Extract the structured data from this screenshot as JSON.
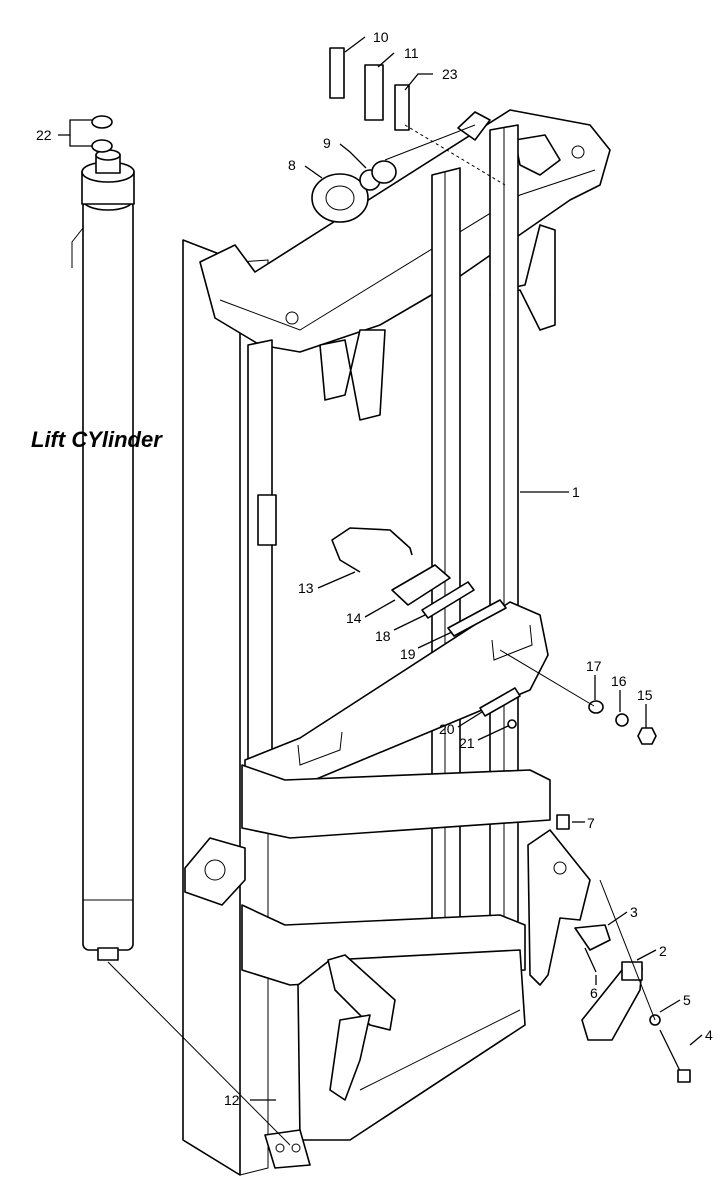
{
  "title": "Lift CYlinder",
  "labels": {
    "p1": "1",
    "p2": "2",
    "p3": "3",
    "p4": "4",
    "p5": "5",
    "p6": "6",
    "p7": "7",
    "p8": "8",
    "p9": "9",
    "p10": "10",
    "p11": "11",
    "p12": "12",
    "p13": "13",
    "p14": "14",
    "p15": "15",
    "p16": "16",
    "p17": "17",
    "p18": "18",
    "p19": "19",
    "p20": "20",
    "p21": "21",
    "p22": "22",
    "p23": "23"
  }
}
